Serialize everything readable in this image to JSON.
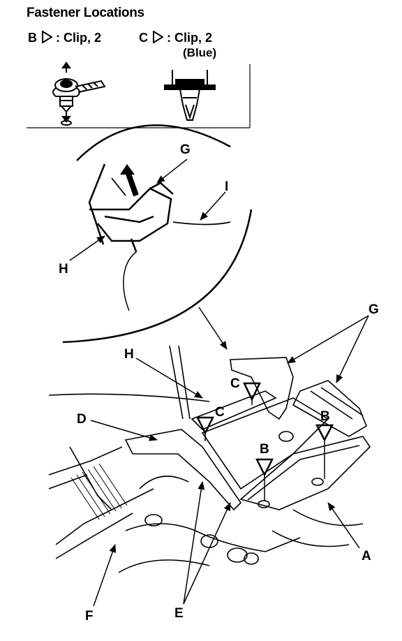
{
  "title": "Fastener Locations",
  "legend": {
    "b": {
      "letter": "B",
      "text": ": Clip, 2"
    },
    "c": {
      "letter": "C",
      "text": ": Clip, 2",
      "note": "(Blue)"
    }
  },
  "callouts": {
    "A": "A",
    "B1": "B",
    "B2": "B",
    "C1": "C",
    "C2": "C",
    "D": "D",
    "E": "E",
    "F": "F",
    "G1": "G",
    "G2": "G",
    "H1": "H",
    "H2": "H",
    "I": "I"
  },
  "icons": [
    "triangle-marker-icon",
    "clip-b-icon",
    "clip-c-icon"
  ]
}
